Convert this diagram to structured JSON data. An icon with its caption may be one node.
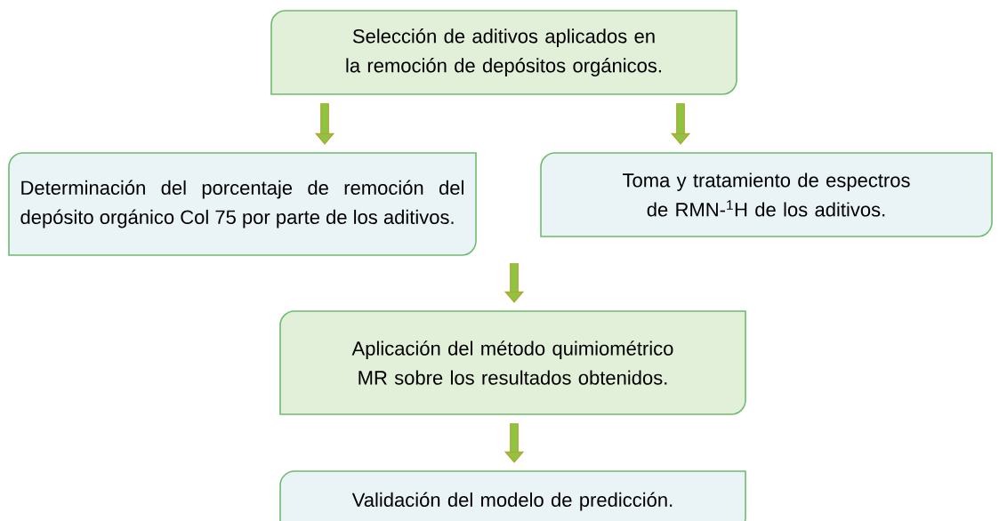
{
  "diagram": {
    "nodes": [
      {
        "text": [
          "Selección de aditivos aplicados en la remoción de depósitos orgánicos."
        ]
      },
      {
        "text": [
          "Determinación del porcentaje de remoción del depósito orgánico Col 75 por parte de los aditivos."
        ]
      },
      {
        "text": [
          "Toma y tratamiento de espectros de RMN-$^{1}$H de los aditivos."
        ]
      },
      {
        "text": [
          "Aplicación del método quimiométrico MR sobre los resultados obtenidos."
        ]
      },
      {
        "text": [
          "Validación del modelo de predicción."
        ]
      }
    ],
    "edges": [
      {
        "from": 0,
        "to": 1,
        "arrow": "to"
      },
      {
        "from": 0,
        "to": 2,
        "arrow": "to"
      },
      {
        "from": null,
        "to": 3,
        "arrow": "to"
      },
      {
        "from": 3,
        "to": 4,
        "arrow": "to"
      }
    ]
  }
}
